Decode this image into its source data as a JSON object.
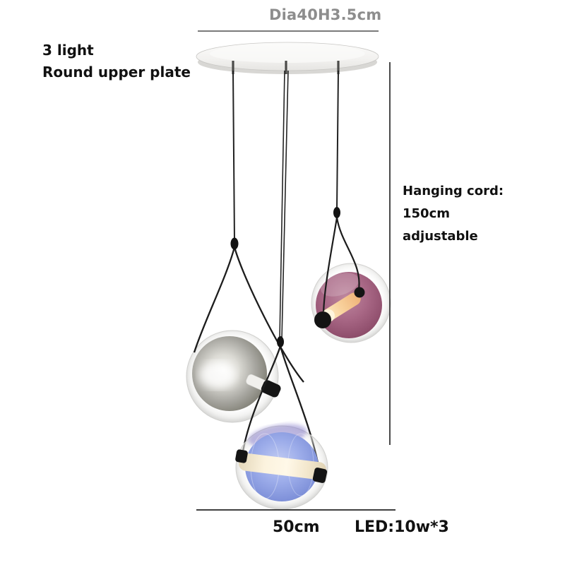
{
  "labels": {
    "plate_dimension": "Dia40H3.5cm",
    "light_count": "3 light",
    "plate_type": "Round upper plate",
    "hanging_cord_title": "Hanging cord:",
    "hanging_cord_length": "150cm",
    "hanging_cord_note": "adjustable",
    "spread_width": "50cm",
    "led_spec": "LED:10w*3"
  },
  "colors": {
    "background": "#ffffff",
    "dimension_text_gray": "#8d8d8d",
    "label_text": "#111111",
    "dimension_line": "#6e6e6e",
    "cord": "#1c1c1c",
    "canopy_plate": "#f4f3f1",
    "smoke_glass": "#83827c",
    "pink_glass": "#a96886",
    "blue_glass": "#93a3e6",
    "lit_tube": "#f6d9a6"
  }
}
